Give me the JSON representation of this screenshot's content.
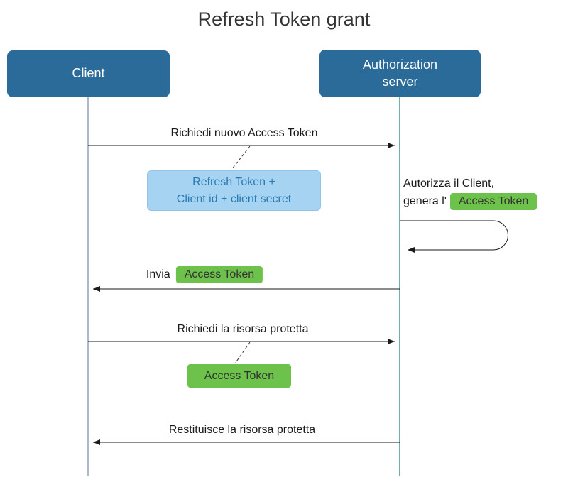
{
  "title": "Refresh Token grant",
  "actors": {
    "client": "Client",
    "auth_server": "Authorization\nserver"
  },
  "messages": {
    "request_token": "Richiedi nuovo Access Token",
    "send_prefix": "Invia",
    "request_resource": "Richiedi la risorsa protetta",
    "return_resource": "Restituisce la risorsa protetta"
  },
  "notes": {
    "refresh_note": "Refresh Token +\nClient id + client secret",
    "access_token_chip": "Access Token",
    "self_action_line1": "Autorizza il Client,",
    "self_action_line2_prefix": "genera l'"
  },
  "colors": {
    "actor_fill": "#2a6b99",
    "note_blue_fill": "#a7d3f2",
    "note_blue_text": "#2a7ab0",
    "chip_green_fill": "#6dc24b",
    "arrow": "#1a1a1a",
    "lifeline_client": "#8fa3b8",
    "lifeline_server": "#43968a"
  }
}
